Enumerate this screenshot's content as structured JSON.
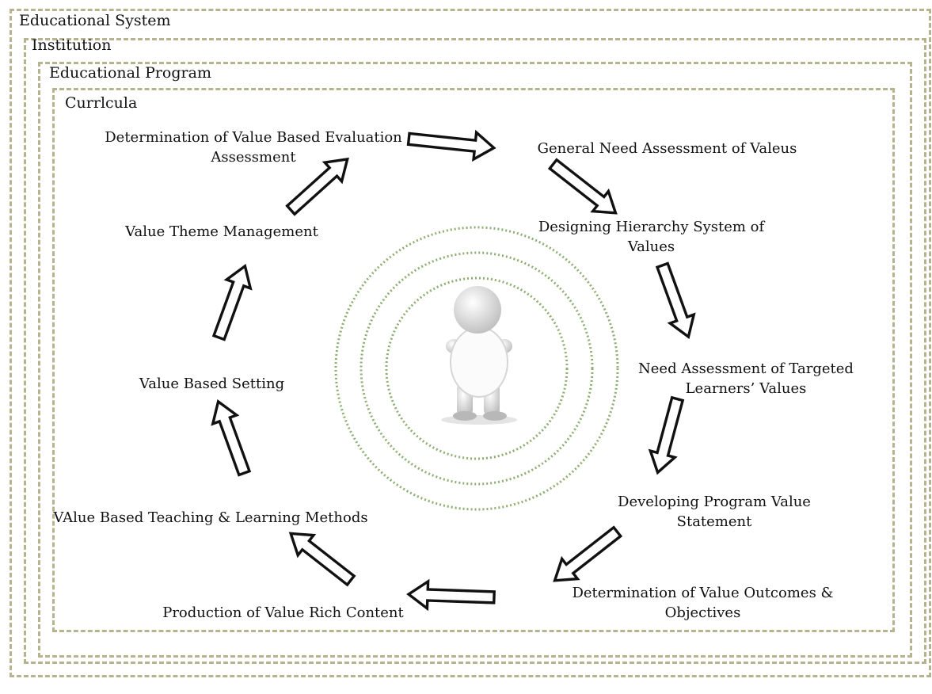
{
  "frames": {
    "educational_system": "Educational System",
    "institution": "Institution",
    "educational_program": "Educational Program",
    "curricula": "Currlcula"
  },
  "steps": {
    "evaluation": [
      "Determination of Value Based Evaluation",
      "Assessment"
    ],
    "general_need": [
      "General Need Assessment of Valeus"
    ],
    "hierarchy": [
      "Designing Hierarchy System of",
      "Values"
    ],
    "targeted_need": [
      "Need Assessment of Targeted",
      "Learners’ Values"
    ],
    "program_statement": [
      "Developing Program Value",
      "Statement"
    ],
    "outcomes": [
      "Determination of Value Outcomes &",
      "Objectives"
    ],
    "content": [
      "Production of Value Rich Content"
    ],
    "teaching": [
      "VAlue Based Teaching & Learning Methods"
    ],
    "setting": [
      "Value Based Setting"
    ],
    "theme": [
      "Value Theme Management"
    ]
  },
  "colors": {
    "frame_border": "#b6b48e",
    "ring": "#8fae72",
    "arrow_fill": "#ffffff",
    "arrow_stroke": "#111111"
  }
}
